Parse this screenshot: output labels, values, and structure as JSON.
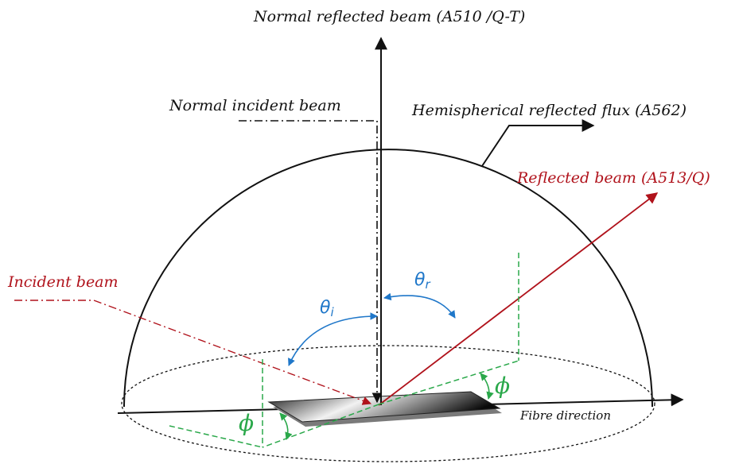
{
  "labels": {
    "normal_reflected_beam": "Normal reflected beam (A510 /Q-T)",
    "normal_incident_beam": "Normal incident beam",
    "hemispherical_reflected_flux": "Hemispherical reflected flux (A562)",
    "reflected_beam": "Reflected beam (A513/Q)",
    "incident_beam": "Incident beam",
    "fibre_direction": "Fibre direction"
  },
  "angles": {
    "theta_symbol": "θ",
    "theta_i_subscript": "i",
    "theta_r_subscript": "r",
    "phi_symbol": "ϕ"
  },
  "colors": {
    "red": "#b0121b",
    "blue": "#1f77c9",
    "green": "#2aa84a",
    "black": "#111111"
  }
}
